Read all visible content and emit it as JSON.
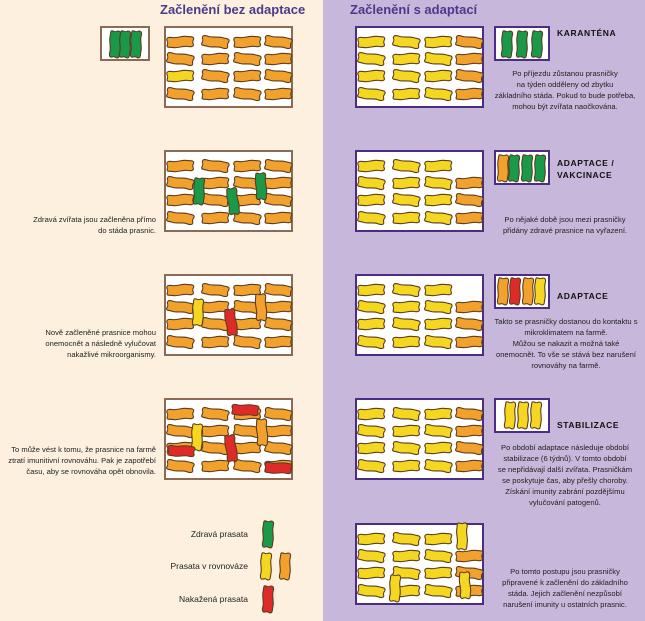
{
  "titles": {
    "left": "Začlenění bez adaptace",
    "right": "Začlenění s adaptací"
  },
  "colors": {
    "healthy": "#1a9a49",
    "balanced_yellow": "#f5d722",
    "balanced_orange": "#f2a12d",
    "infected": "#df2a2a",
    "left_frame": "#8c6a55",
    "right_frame": "#4b2d83"
  },
  "stages": {
    "quarantine": {
      "label": "KARANTÉNA",
      "lines": [
        "Po příjezdu zůstanou prasničky",
        "na týden odděleny od zbytku",
        "základního stáda. Pokud to bude potřeba,",
        "mohou být zvířata naočkována."
      ]
    },
    "adaptation_vaccination": {
      "label_1": "ADAPTACE /",
      "label_2": "VAKCINACE",
      "lines": [
        "Po nějaké době jsou mezi prasničky",
        "přidány zdravé prasnice na vyřazení."
      ]
    },
    "adaptation": {
      "label": "ADAPTACE",
      "lines": [
        "Takto se prasničky dostanou do kontaktu s",
        "mikroklimatem na farmě.",
        "Můžou se nakazit a možná také",
        "onemocnět. To vše se stává bez narušení",
        "rovnováhy na farmě."
      ]
    },
    "stabilization": {
      "label": "STABILIZACE",
      "lines": [
        "Po období adaptace následuje období",
        "stabilizace (6 týdnů). V tomto období",
        "se nepřidávají další zvířata. Prasničkám",
        "se poskytuje čas, aby přešly choroby.",
        "Získání imunity zabrání pozdějšímu",
        "vylučování patogenů."
      ]
    },
    "final": {
      "lines": [
        "Po tomto postupu jsou prasničky",
        "připravené k začlenění do základního",
        "stáda. Jejich začlenění nezpůsobí",
        "narušení imunity u ostatních prasnic."
      ]
    }
  },
  "left_notes": {
    "row2": [
      "Zdravá zvířata jsou začleněna přímo",
      "do stáda prasnic."
    ],
    "row3": [
      "Nově začleněné prasnice mohou",
      "onemocnět a následně vylučovat",
      "nakažlivé mikroorganismy."
    ],
    "row4": [
      "To může vést k tomu, že prasnice na farmě",
      "ztratí imunitivní rovnováhu. Pak je zapotřebí",
      "času, aby se rovnováha opět obnovila."
    ]
  },
  "legend": {
    "healthy": "Zdravá prasata",
    "balanced": "Prasata v rovnováze",
    "infected": "Nakažená prasata"
  }
}
